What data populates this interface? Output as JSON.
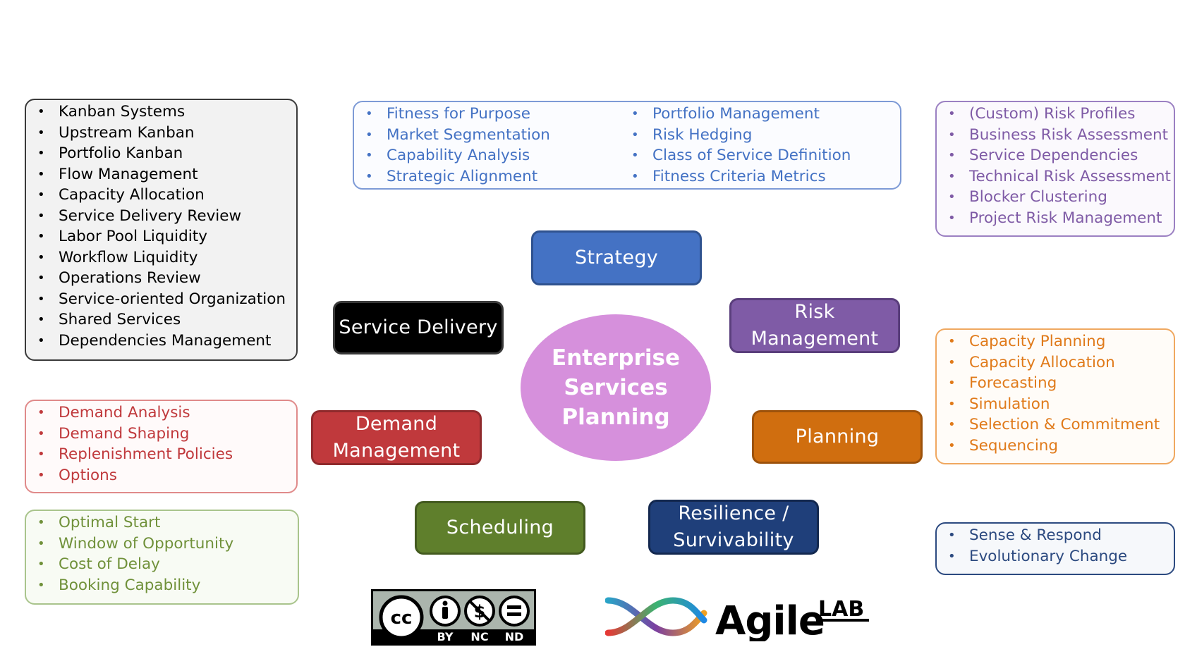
{
  "strategy_box": {
    "left_items": [
      "Fitness for Purpose",
      "Market Segmentation",
      "Capability Analysis",
      "Strategic Alignment"
    ],
    "right_items": [
      "Portfolio Management",
      "Risk Hedging",
      "Class of Service Definition",
      "Fitness Criteria Metrics"
    ],
    "color": "#4472c4"
  },
  "service_delivery_box": {
    "items": [
      "Kanban Systems",
      "Upstream Kanban",
      "Portfolio Kanban",
      "Flow Management",
      "Capacity Allocation",
      "Service Delivery Review",
      "Labor Pool Liquidity",
      "Workflow Liquidity",
      "Operations Review",
      "Service-oriented Organization",
      "Shared Services",
      "Dependencies Management"
    ],
    "color": "#000000"
  },
  "risk_box": {
    "items": [
      "(Custom) Risk Profiles",
      "Business Risk Assessment",
      "Service Dependencies",
      "Technical Risk Assessment",
      "Blocker Clustering",
      "Project Risk Management"
    ],
    "color": "#7f5ba6"
  },
  "planning_box": {
    "items": [
      "Capacity Planning",
      "Capacity Allocation",
      "Forecasting",
      "Simulation",
      "Selection & Commitment",
      "Sequencing"
    ],
    "color": "#e07a1a"
  },
  "demand_box": {
    "items": [
      "Demand Analysis",
      "Demand Shaping",
      "Replenishment Policies",
      "Options"
    ],
    "color": "#c0393c"
  },
  "scheduling_box": {
    "items": [
      "Optimal Start",
      "Window of Opportunity",
      "Cost of Delay",
      "Booking Capability"
    ],
    "color": "#70913a"
  },
  "resilience_box": {
    "items": [
      "Sense & Respond",
      "Evolutionary Change"
    ],
    "color": "#2c4a80"
  },
  "nodes": {
    "strategy": {
      "label": "Strategy",
      "color": "#4472c4"
    },
    "service_delivery": {
      "label": "Service Delivery",
      "color": "#000000"
    },
    "risk_management": {
      "label_1": "Risk",
      "label_2": "Management",
      "color": "#7f5ba6"
    },
    "demand_management": {
      "label_1": "Demand",
      "label_2": "Management",
      "color": "#c0393c"
    },
    "planning": {
      "label": "Planning",
      "color": "#d06e0f"
    },
    "scheduling": {
      "label": "Scheduling",
      "color": "#5f7f2c"
    },
    "resilience": {
      "label_1": "Resilience /",
      "label_2": "Survivability",
      "color": "#1f3f7a"
    }
  },
  "center": {
    "line_1": "Enterprise",
    "line_2": "Services",
    "line_3": "Planning",
    "color": "#d690dc"
  },
  "license": {
    "symbol": "cc",
    "by": "BY",
    "nc": "NC",
    "nd": "ND"
  },
  "brand": {
    "name": "Agile",
    "suffix": "LAB"
  }
}
